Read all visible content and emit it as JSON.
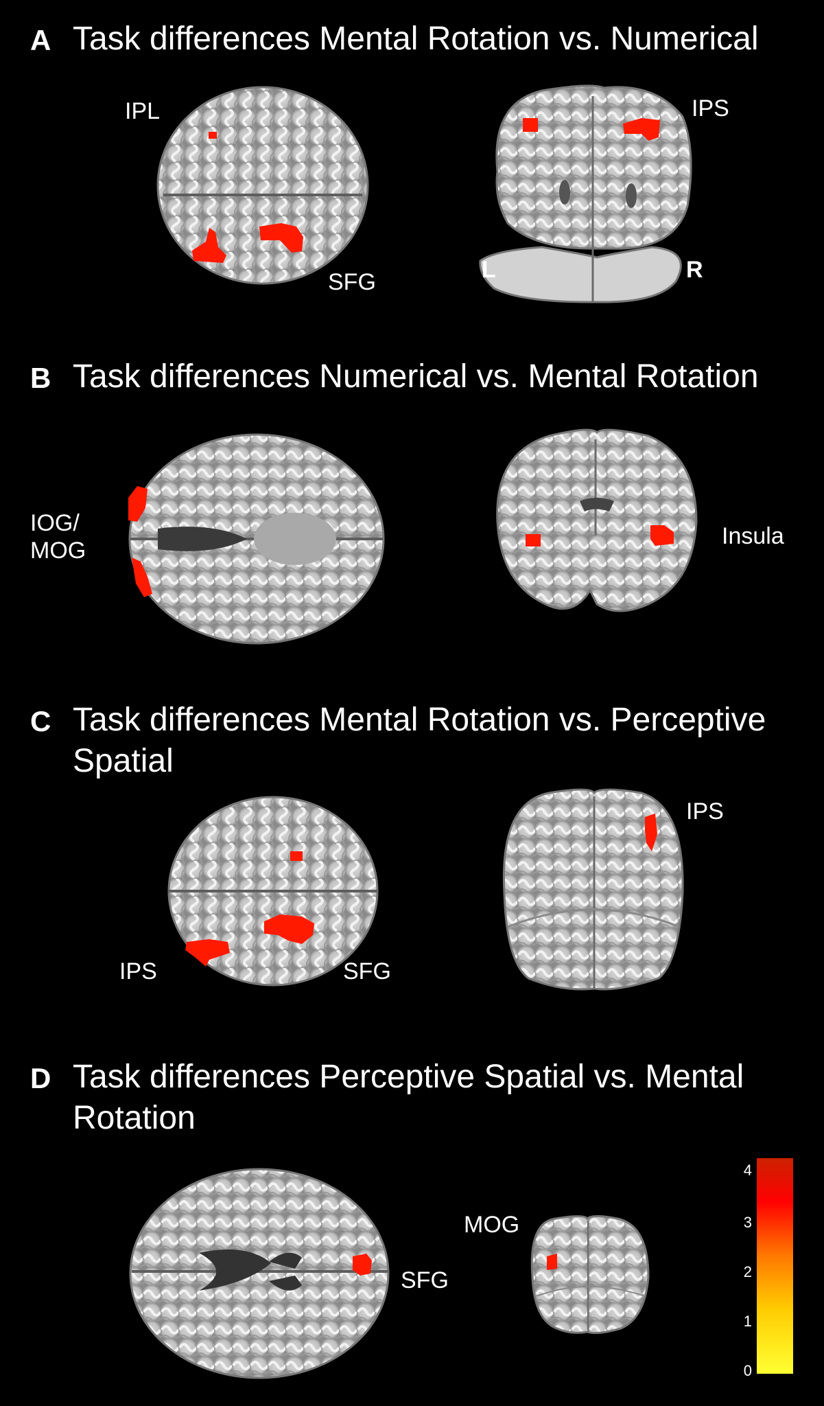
{
  "panels": [
    {
      "letter": "A",
      "title": "Task differences Mental Rotation vs. Numerical",
      "labels": {
        "ipl": "IPL",
        "sfg": "SFG",
        "ips": "IPS",
        "left": "L",
        "right": "R"
      }
    },
    {
      "letter": "B",
      "title": "Task differences Numerical vs. Mental Rotation",
      "labels": {
        "iog_mog": "IOG/\nMOG",
        "insula": "Insula"
      }
    },
    {
      "letter": "C",
      "title": "Task differences Mental Rotation vs. Perceptive\nSpatial",
      "labels": {
        "ips_left": "IPS",
        "sfg": "SFG",
        "ips_right": "IPS"
      }
    },
    {
      "letter": "D",
      "title": "Task differences Perceptive Spatial vs. Mental\nRotation",
      "labels": {
        "sfg": "SFG",
        "mog": "MOG"
      }
    }
  ],
  "colorbar": {
    "ticks": [
      "4",
      "3",
      "2",
      "1",
      "0"
    ],
    "colors": {
      "top": "#cc2200",
      "upper": "#ff0000",
      "mid": "#ff7700",
      "low": "#ffcc00",
      "bottom": "#ffff33"
    }
  },
  "colors": {
    "activation": "#ff1a00",
    "brain_tissue": "#bdbdbd",
    "brain_light": "#dcdcdc",
    "brain_dark": "#6e6e6e"
  }
}
